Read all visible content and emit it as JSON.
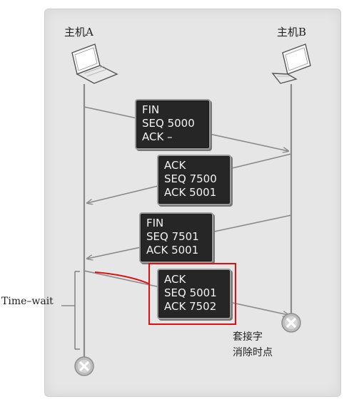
{
  "hosts": {
    "a": {
      "label": "主机A"
    },
    "b": {
      "label": "主机B"
    }
  },
  "packets": [
    {
      "lines": [
        "FIN",
        "SEQ 5000",
        "ACK  –"
      ],
      "direction": "A-to-B"
    },
    {
      "lines": [
        "ACK",
        "SEQ 7500",
        "ACK 5001"
      ],
      "direction": "B-to-A"
    },
    {
      "lines": [
        "FIN",
        "SEQ 7501",
        "ACK 5001"
      ],
      "direction": "B-to-A"
    },
    {
      "lines": [
        "ACK",
        "SEQ 5001",
        "ACK 7502"
      ],
      "direction": "A-to-B",
      "highlighted": true
    }
  ],
  "annotations": {
    "time_wait": "Time–wait",
    "socket_removed_line1": "套接字",
    "socket_removed_line2": "消除时点"
  },
  "colors": {
    "background": "#e6e6e6",
    "packet_fill": "#262626",
    "packet_text": "#f2f2f2",
    "highlight": "#e01010",
    "timeline": "#8a8a8a"
  },
  "icons": {
    "host_a": "laptop-icon",
    "host_b": "laptop-icon",
    "end_markers": "close-circle-icon"
  }
}
